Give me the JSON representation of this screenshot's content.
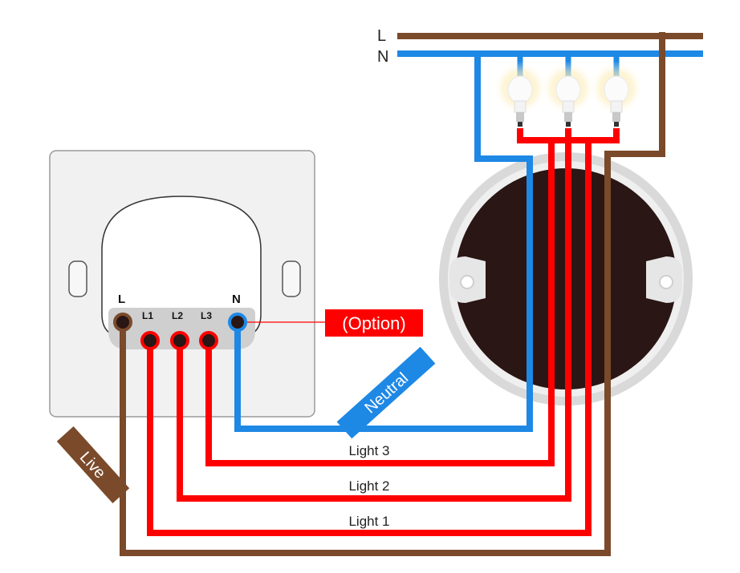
{
  "supply": {
    "live_label": "L",
    "neutral_label": "N"
  },
  "switch": {
    "terminals": {
      "L": "L",
      "L1": "L1",
      "L2": "L2",
      "L3": "L3",
      "N": "N"
    }
  },
  "labels": {
    "option": "(Option)",
    "neutral": "Neutral",
    "live": "Live",
    "light3": "Light 3",
    "light2": "Light 2",
    "light1": "Light 1"
  },
  "colors": {
    "live_wire": "#7a4a2a",
    "neutral_wire": "#1e88e5",
    "switched_wire": "#ff0000",
    "option_box": "#ff0000",
    "box_body": "#2a1614",
    "box_rim": "#d8d8d8",
    "plate": "#f1f1f1"
  }
}
